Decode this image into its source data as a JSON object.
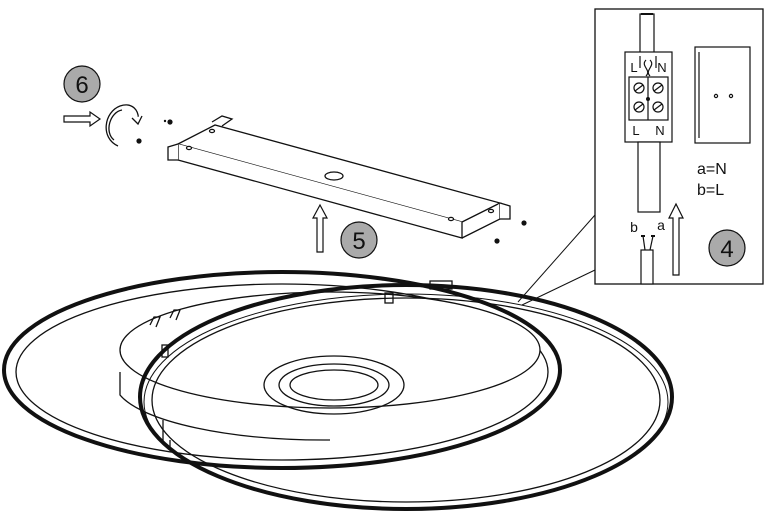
{
  "steps": [
    {
      "number": "4"
    },
    {
      "number": "5"
    },
    {
      "number": "6"
    }
  ],
  "terminal_block": {
    "top_left": "L",
    "top_right": "N",
    "bottom_left": "L",
    "bottom_right": "N"
  },
  "wires": {
    "left": "b",
    "right": "a"
  },
  "legend": {
    "line1": "a=N",
    "line2": "b=L"
  },
  "colors": {
    "step_badge_fill": "#aaaaaa",
    "line": "#111111",
    "background": "#ffffff"
  }
}
